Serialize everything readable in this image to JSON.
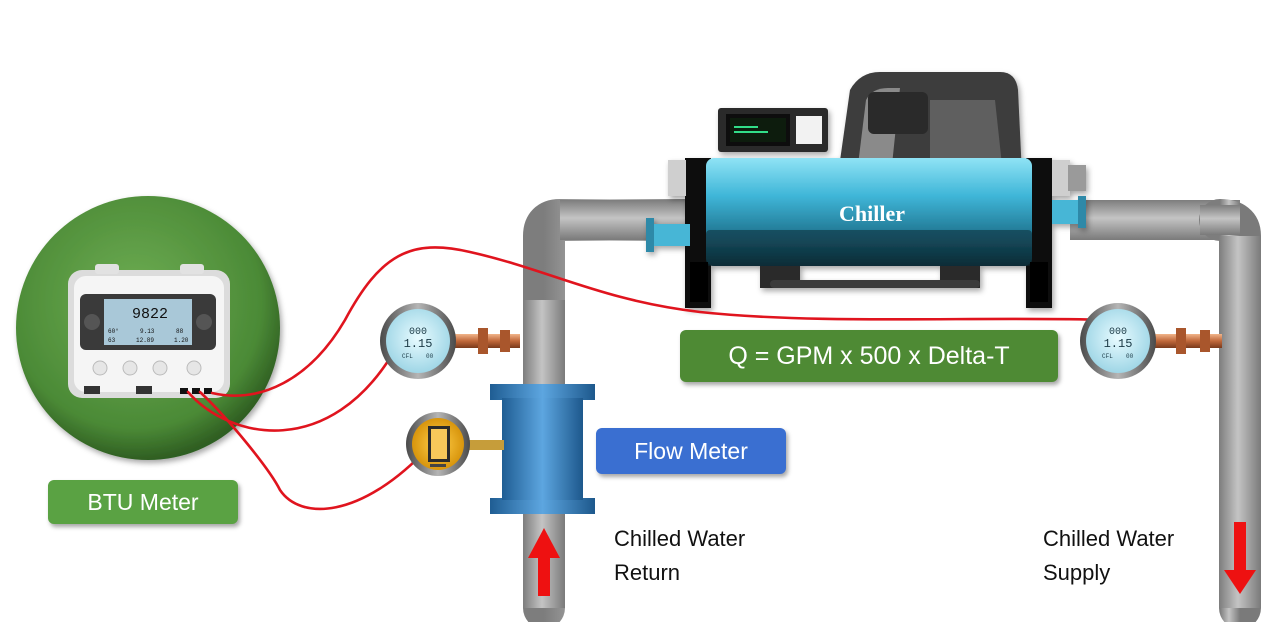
{
  "labels": {
    "btu_meter": "BTU Meter",
    "flow_meter": "Flow Meter",
    "formula": "Q = GPM x 500 x Delta-T",
    "chiller": "Chiller",
    "return_line1": "Chilled Water",
    "return_line2": "Return",
    "supply_line1": "Chilled Water",
    "supply_line2": "Supply"
  },
  "btu_display": {
    "main_reading": "9822",
    "row1_left": "60°",
    "row1_mid": "9.13",
    "row1_right": "88",
    "row2_left": "63",
    "row2_mid": "12.89",
    "row2_right": "1.20"
  },
  "gauge_display": {
    "top": "000",
    "mid": "1.15",
    "left": "CFL",
    "right": "00"
  },
  "colors": {
    "btu_green": "#5aa243",
    "formula_green": "#4e8a34",
    "flow_blue": "#3a6fd1",
    "wire_red": "#e0141e",
    "arrow_red": "#ee1111",
    "pipe_gray": "#9a9a9a",
    "chiller_cyan": "#3fb6d8"
  }
}
